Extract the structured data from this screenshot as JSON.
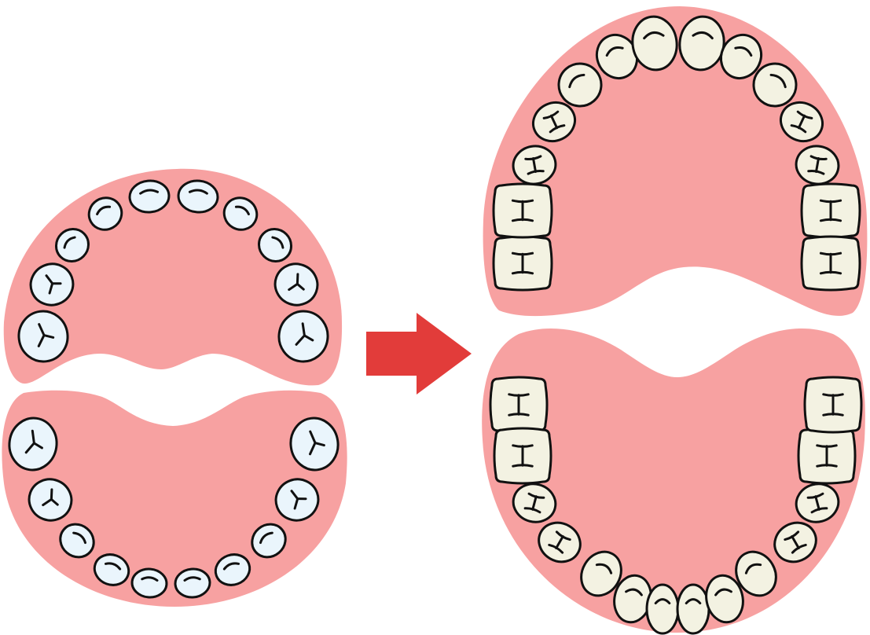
{
  "diagram": {
    "colors": {
      "gum": "#f7a1a1",
      "primary_tooth": "#eaf5fc",
      "permanent_tooth": "#f3f2e2",
      "outline": "#111111",
      "arrow": "#e23c3a",
      "background": "#ffffff"
    },
    "primary_dentition": {
      "upper_arch_tooth_count": 10,
      "lower_arch_tooth_count": 10
    },
    "permanent_dentition": {
      "upper_arch_tooth_count": 14,
      "lower_arch_tooth_count": 14
    },
    "transition_arrow": {
      "direction": "right",
      "icon": "arrow-right-icon"
    }
  }
}
